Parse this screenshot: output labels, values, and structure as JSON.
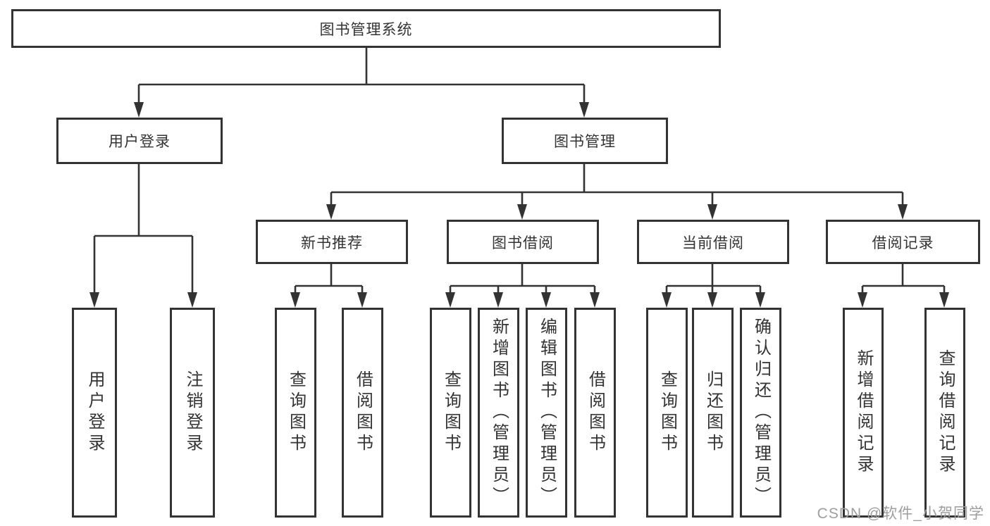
{
  "diagram": {
    "root": {
      "label": "图书管理系统"
    },
    "level2": [
      {
        "label": "用户登录",
        "leaves": [
          "用户登录",
          "注销登录"
        ]
      },
      {
        "label": "图书管理",
        "sections": [
          {
            "label": "新书推荐",
            "leaves": [
              "查询图书",
              "借阅图书"
            ]
          },
          {
            "label": "图书借阅",
            "leaves": [
              "查询图书",
              "新增图书（管理员）",
              "编辑图书（管理员）",
              "借阅图书"
            ]
          },
          {
            "label": "当前借阅",
            "leaves": [
              "查询图书",
              "归还图书",
              "确认归还（管理员）"
            ]
          },
          {
            "label": "借阅记录",
            "leaves": [
              "新增借阅记录",
              "查询借阅记录"
            ]
          }
        ]
      }
    ]
  },
  "watermark": {
    "text": "CSDN @软件_小贺同学"
  },
  "colors": {
    "line": "#333333",
    "text": "#333333",
    "mark": "#9e9e9e",
    "bg": "#ffffff"
  }
}
